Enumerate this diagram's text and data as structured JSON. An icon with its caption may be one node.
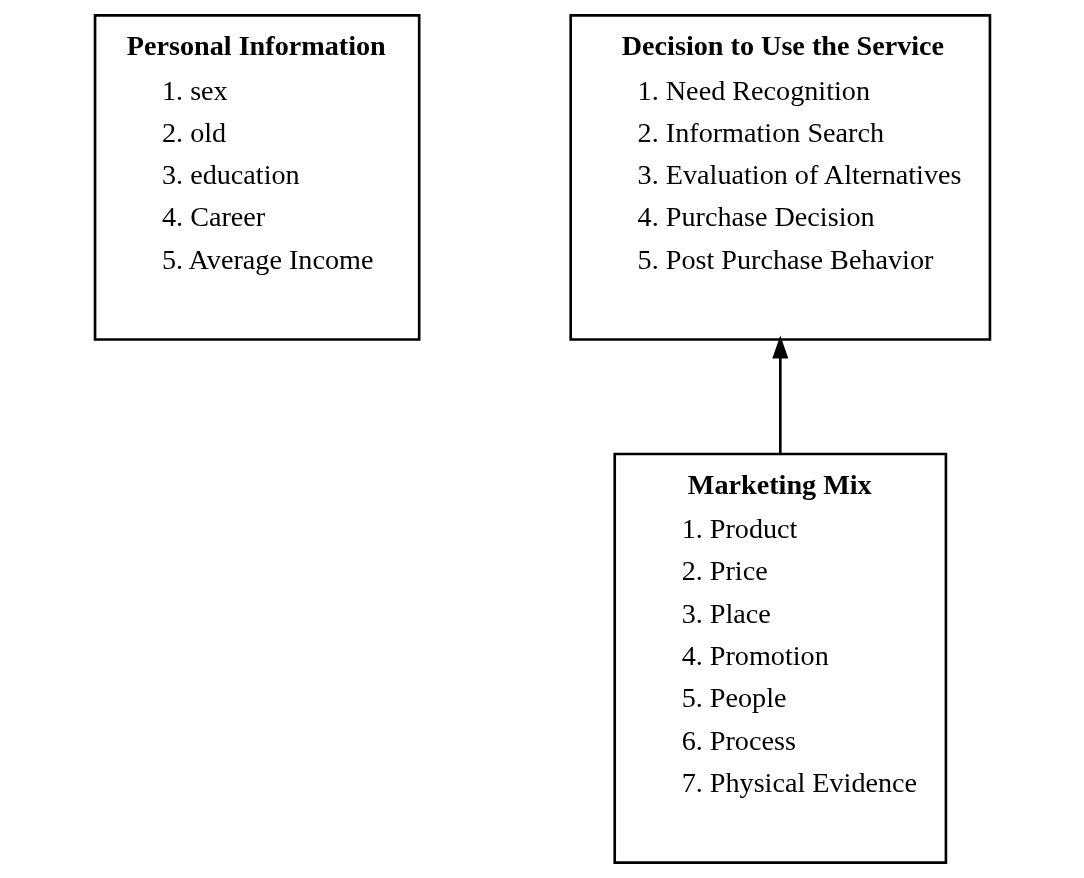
{
  "diagram": {
    "nodes": [
      {
        "text": [
          "Personal Information",
          "1. sex",
          "2. old",
          "3. education",
          "4. Career",
          "5. Average Income"
        ]
      },
      {
        "text": [
          "Decision to Use the Service",
          "1. Need Recognition",
          "2. Information Search",
          "3. Evaluation of Alternatives",
          "4. Purchase Decision",
          "5. Post Purchase Behavior"
        ]
      },
      {
        "text": [
          "Marketing Mix",
          "1. Product",
          "2. Price",
          "3. Place",
          "4. Promotion",
          "5. People",
          "6. Process",
          "7. Physical Evidence"
        ]
      }
    ],
    "edges": [
      {
        "from": 2,
        "to": 1,
        "arrow": "to"
      }
    ]
  }
}
